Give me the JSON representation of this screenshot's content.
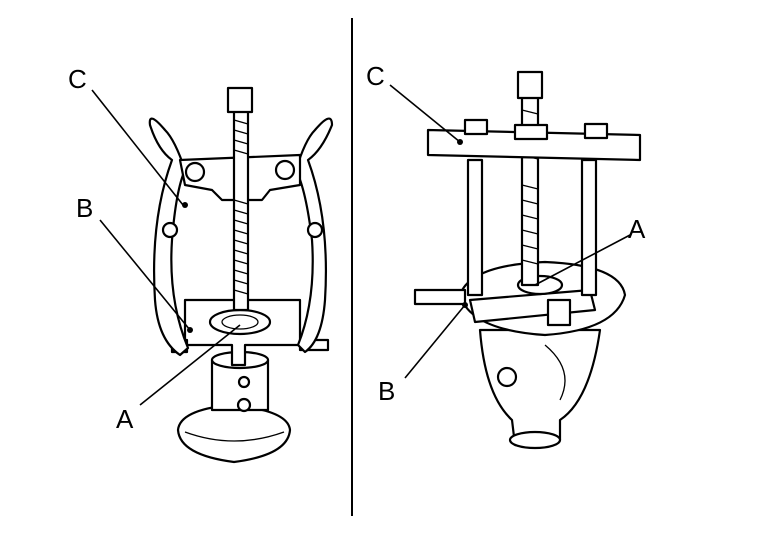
{
  "left_figure": {
    "labels": {
      "c": "C",
      "b": "B",
      "a": "A"
    }
  },
  "right_figure": {
    "labels": {
      "c": "C",
      "a": "A",
      "b": "B"
    }
  },
  "colors": {
    "ink": "#000000",
    "background": "#ffffff"
  }
}
